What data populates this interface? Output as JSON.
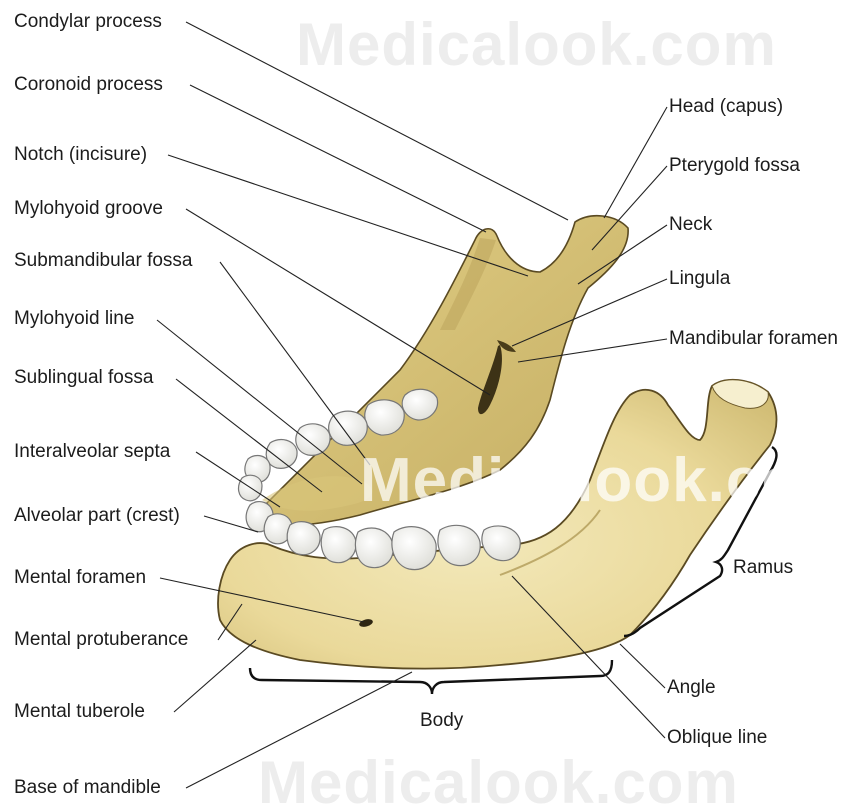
{
  "watermark": "Medicalook.com",
  "labels_left": {
    "condylar_process": "Condylar process",
    "coronoid_process": "Coronoid process",
    "notch": "Notch (incisure)",
    "mylohyoid_groove": "Mylohyoid groove",
    "submandibular_fossa": "Submandibular fossa",
    "mylohyoid_line": "Mylohyoid line",
    "sublingual_fossa": "Sublingual fossa",
    "interalveolar_septa": "Interalveolar septa",
    "alveolar_part": "Alveolar part (crest)",
    "mental_foramen": "Mental foramen",
    "mental_protuberance": "Mental protuberance",
    "mental_tuberole": "Mental tuberole",
    "base_of_mandible": "Base of mandible"
  },
  "labels_right": {
    "head": "Head (capus)",
    "pterygoid_fossa": "Pterygold fossa",
    "neck": "Neck",
    "lingula": "Lingula",
    "mandibular_foramen": "Mandibular foramen",
    "ramus": "Ramus",
    "angle": "Angle",
    "oblique_line": "Oblique line"
  },
  "labels_bottom": {
    "body": "Body"
  },
  "colors": {
    "bone": "#ecdfa4",
    "bone_shadow": "#c9b46a",
    "bone_outline": "#5a4a22",
    "tooth": "#f7f7f2",
    "leader": "#222222"
  }
}
